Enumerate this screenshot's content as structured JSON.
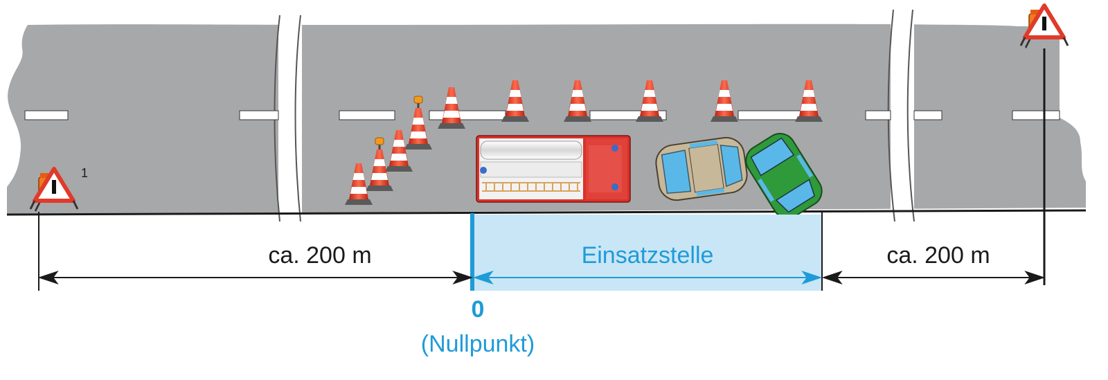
{
  "labels": {
    "distance_left": "ca. 200 m",
    "zone": "Einsatzstelle",
    "distance_right": "ca. 200 m",
    "zero": "0",
    "zero_caption": "(Nullpunkt)",
    "marker_number": "1"
  },
  "colors": {
    "road": "#a7a8aa",
    "zone_fill": "#c8e6f6",
    "accent": "#1f9bd7",
    "cone": "#e8452c",
    "truck": "#d9322a",
    "car_beige": "#c8b89a",
    "car_green": "#2e9a3a",
    "warning_triangle": "#e03a2a",
    "warning_lamp": "#f07a1e"
  },
  "icons": {
    "warning_triangle_left": "warning-triangle-icon",
    "warning_triangle_right": "warning-triangle-icon",
    "cone": "traffic-cone-icon",
    "truck": "fire-truck-icon",
    "car": "car-icon"
  }
}
